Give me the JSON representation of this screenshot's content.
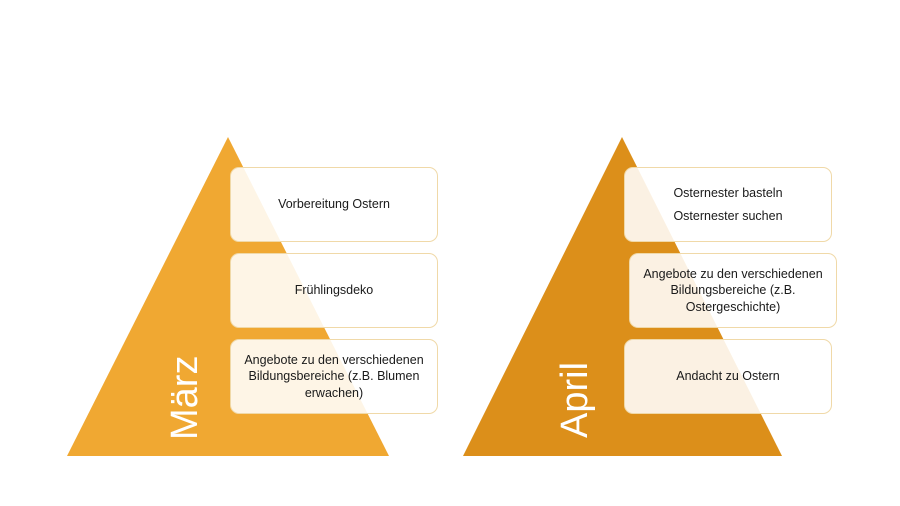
{
  "colors": {
    "maerz_fill": "#f0a832",
    "april_fill": "#dc8f1a",
    "box_border": "#f0d9a8",
    "label_color": "#ffffff"
  },
  "pyramids": [
    {
      "label": "März",
      "items": [
        {
          "lines": [
            "Vorbereitung Ostern"
          ]
        },
        {
          "lines": [
            "Frühlingsdeko"
          ]
        },
        {
          "lines": [
            "Angebote zu den verschiedenen",
            "Bildungsbereiche (z.B. Blumen",
            "erwachen)"
          ]
        }
      ]
    },
    {
      "label": "April",
      "items": [
        {
          "lines": [
            "Osternester basteln",
            "Osternester suchen"
          ]
        },
        {
          "lines": [
            "Angebote zu den verschiedenen",
            "Bildungsbereiche (z.B.",
            "Ostergeschichte)"
          ]
        },
        {
          "lines": [
            "Andacht zu Ostern"
          ]
        }
      ]
    }
  ]
}
